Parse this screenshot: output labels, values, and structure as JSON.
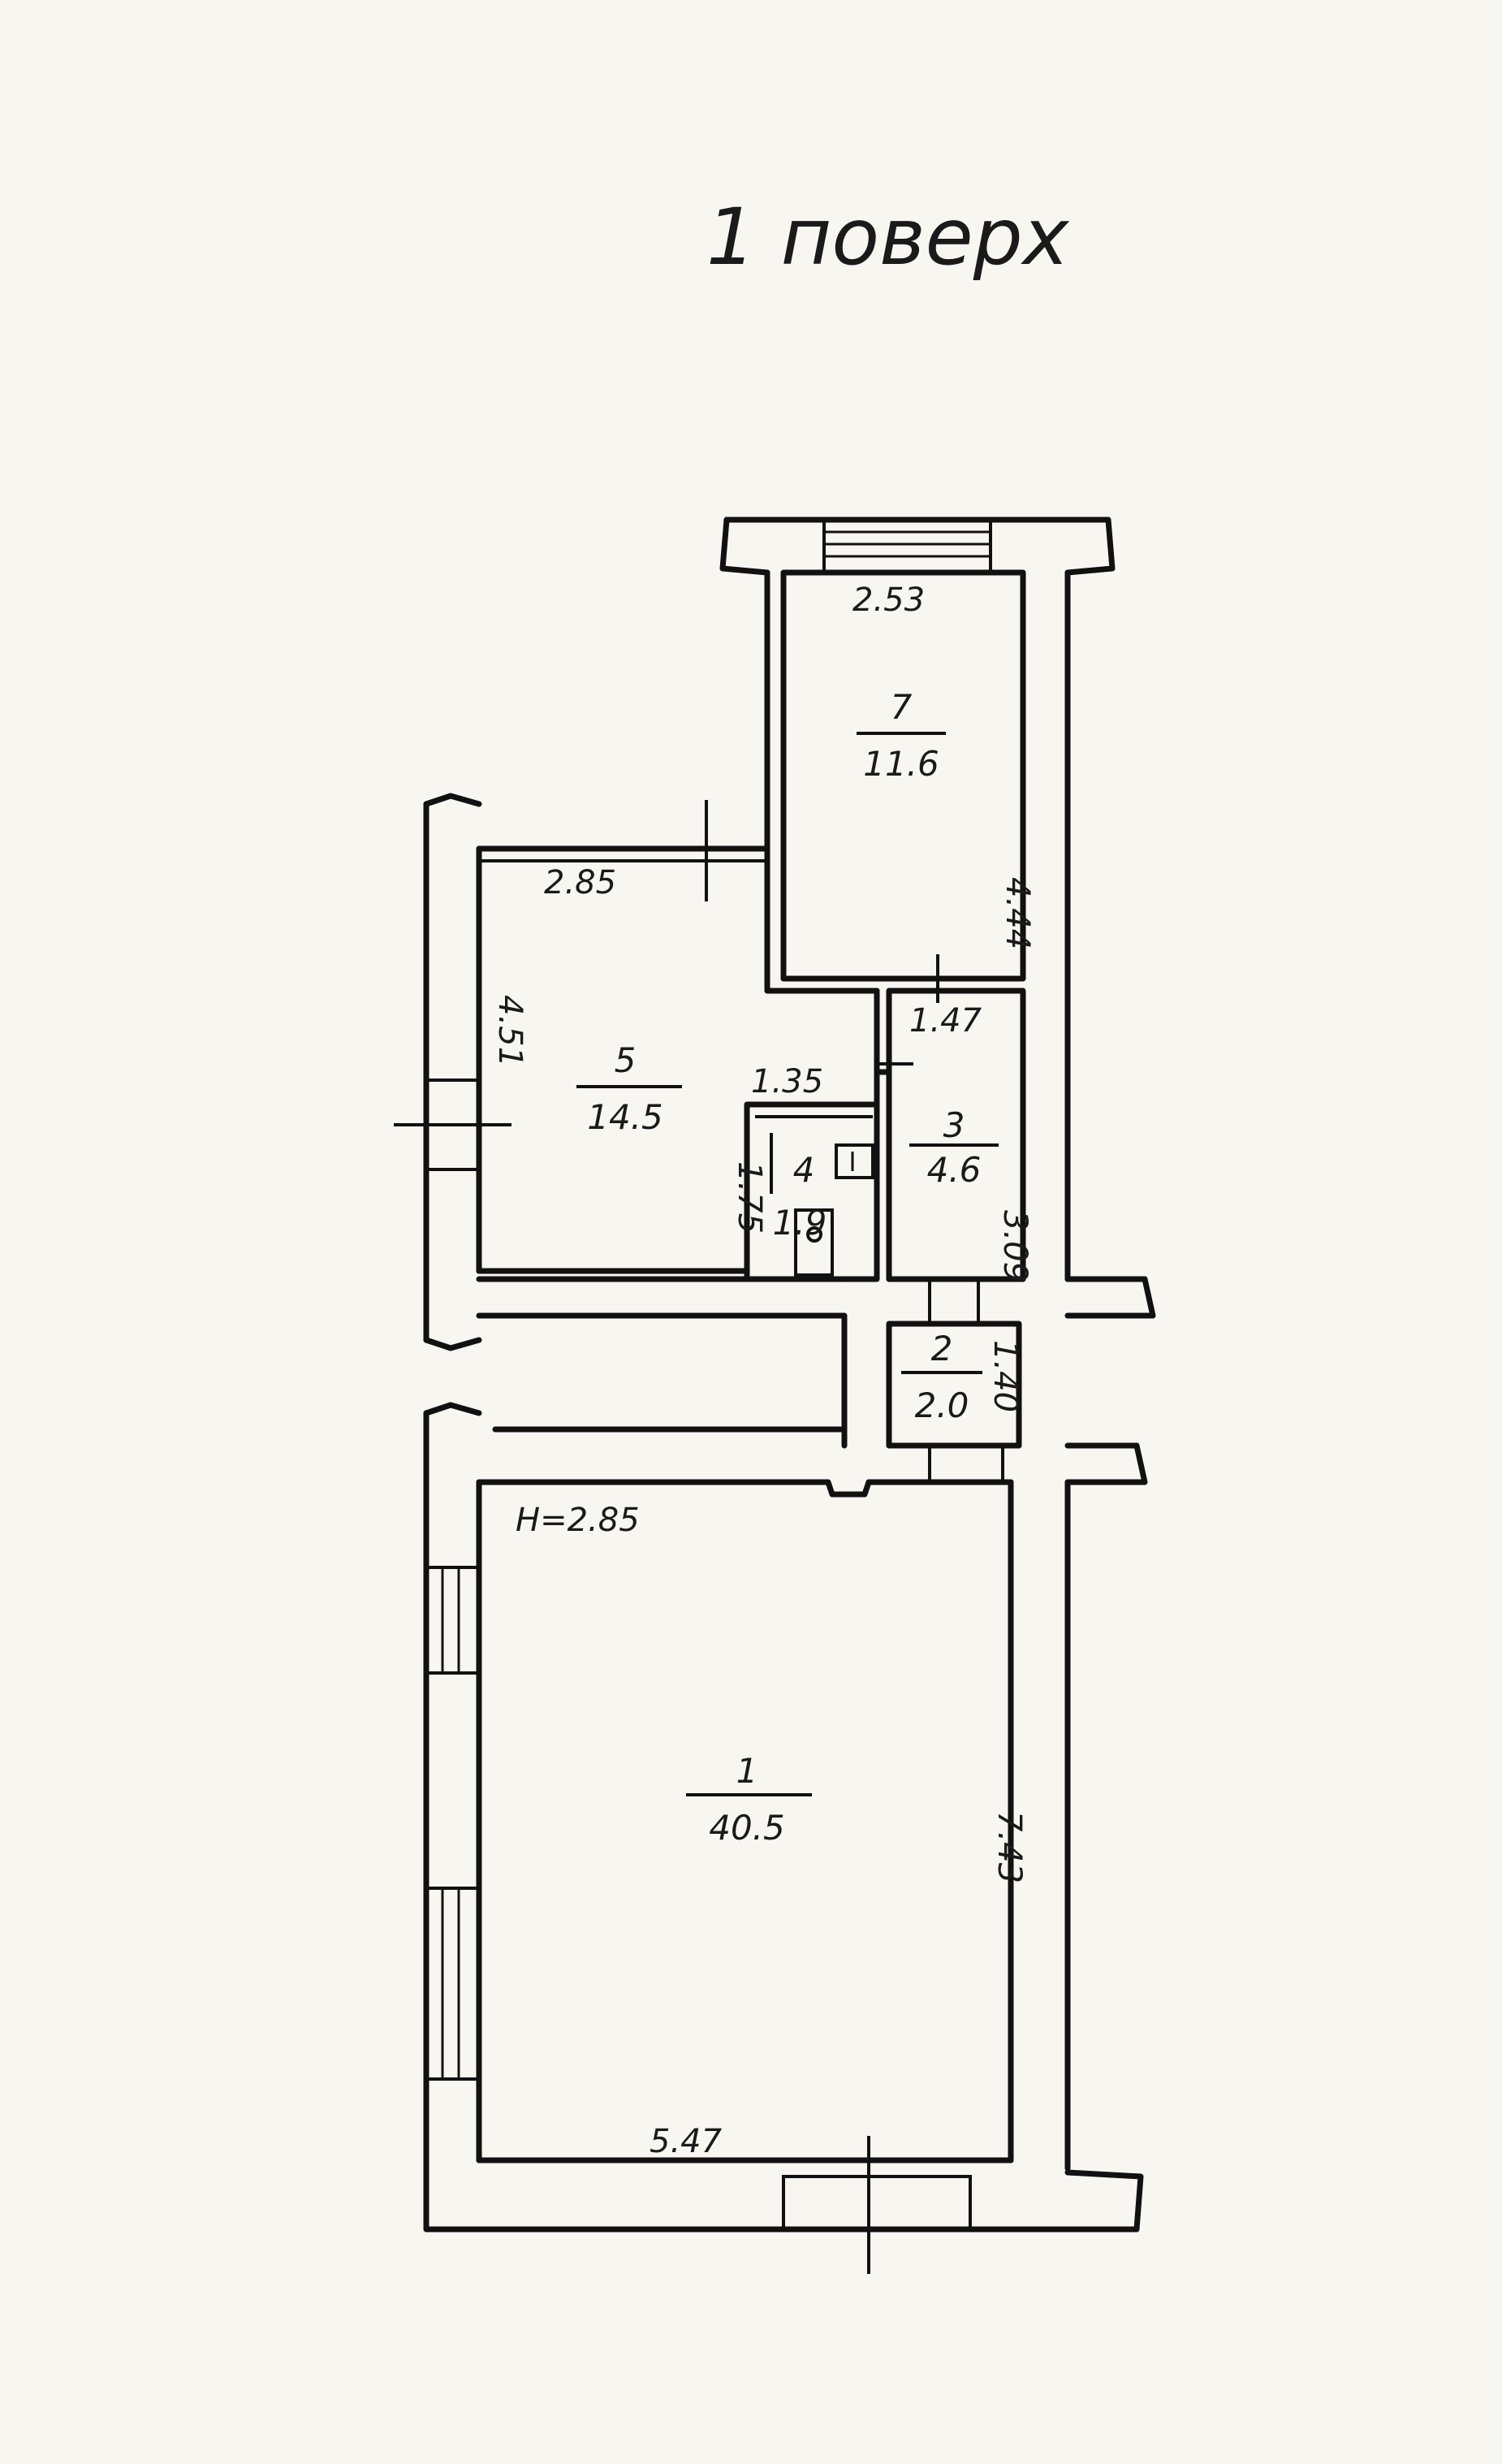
{
  "title": "1 поверх",
  "rooms": [
    {
      "id": "1",
      "number": "1",
      "area": "40.5"
    },
    {
      "id": "2",
      "number": "2",
      "area": "2.0"
    },
    {
      "id": "3",
      "number": "3",
      "area": "4.6"
    },
    {
      "id": "4",
      "number": "4",
      "area": "1.9"
    },
    {
      "id": "5",
      "number": "5",
      "area": "14.5"
    },
    {
      "id": "7",
      "number": "7",
      "area": "11.6"
    }
  ],
  "dimensions": {
    "room7_width": "2.53",
    "room7_length": "4.44",
    "room5_width": "2.85",
    "room5_length": "4.51",
    "room4_width": "1.35",
    "room4_length": "1.75",
    "room3_width": "1.47",
    "room3_length": "3.09",
    "room2_length": "1.40",
    "height": "H=2.85",
    "room1_length": "7.43",
    "room1_width": "5.47"
  }
}
